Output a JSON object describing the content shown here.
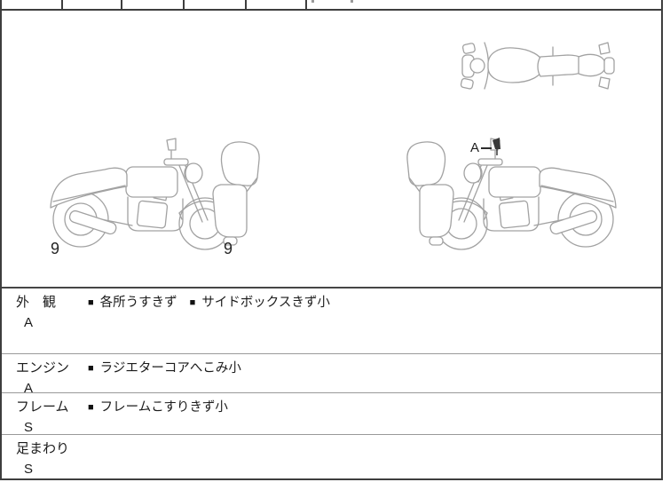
{
  "diagram": {
    "marks": [
      "9",
      "9"
    ],
    "pointer": {
      "label": "A"
    }
  },
  "table": {
    "marker": "■",
    "rows": [
      {
        "label": "外　観",
        "grade": "A",
        "comments": [
          "各所うすきず",
          "サイドボックスきず小"
        ]
      },
      {
        "label": "エンジン",
        "grade": "A",
        "comments": [
          "ラジエターコアへこみ小"
        ]
      },
      {
        "label": "フレーム",
        "grade": "S",
        "comments": [
          "フレームこすりきず小"
        ]
      },
      {
        "label": "足まわり",
        "grade": "S",
        "comments": []
      }
    ]
  }
}
